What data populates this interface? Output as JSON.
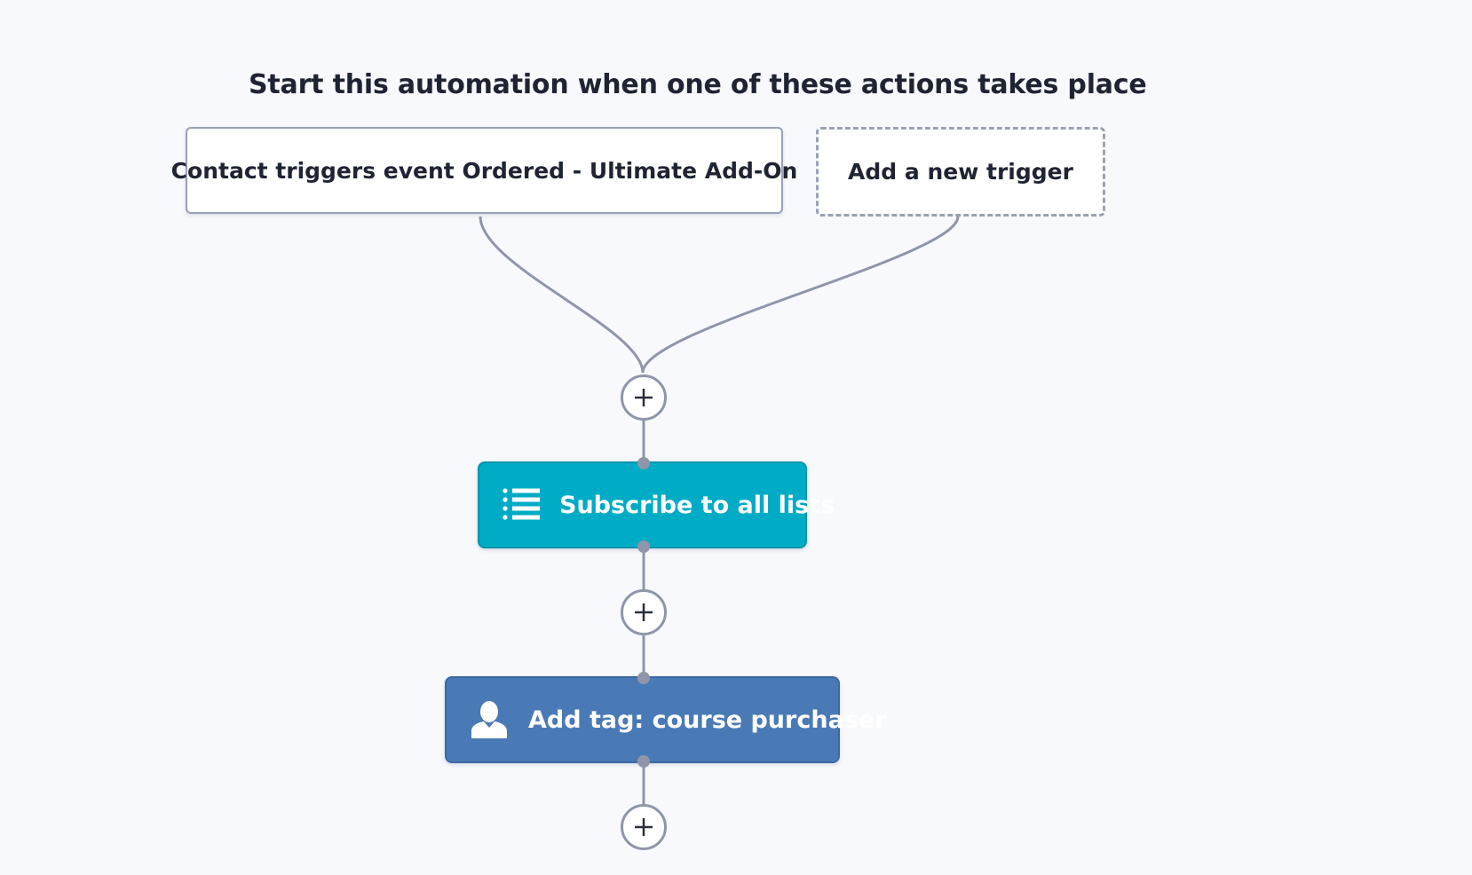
{
  "heading": "Start this automation when one of these actions takes place",
  "triggers": [
    {
      "label": "Contact triggers event Ordered - Ultimate Add-On"
    }
  ],
  "add_trigger_label": "Add a new trigger",
  "actions": [
    {
      "label": "Subscribe to all lists",
      "icon": "list-icon",
      "color": "#00abc5"
    },
    {
      "label": "Add tag: course purchaser",
      "icon": "user-icon",
      "color": "#4a7ab5"
    }
  ],
  "connector_color": "#8f96aa",
  "add_step_icon": "plus-icon"
}
